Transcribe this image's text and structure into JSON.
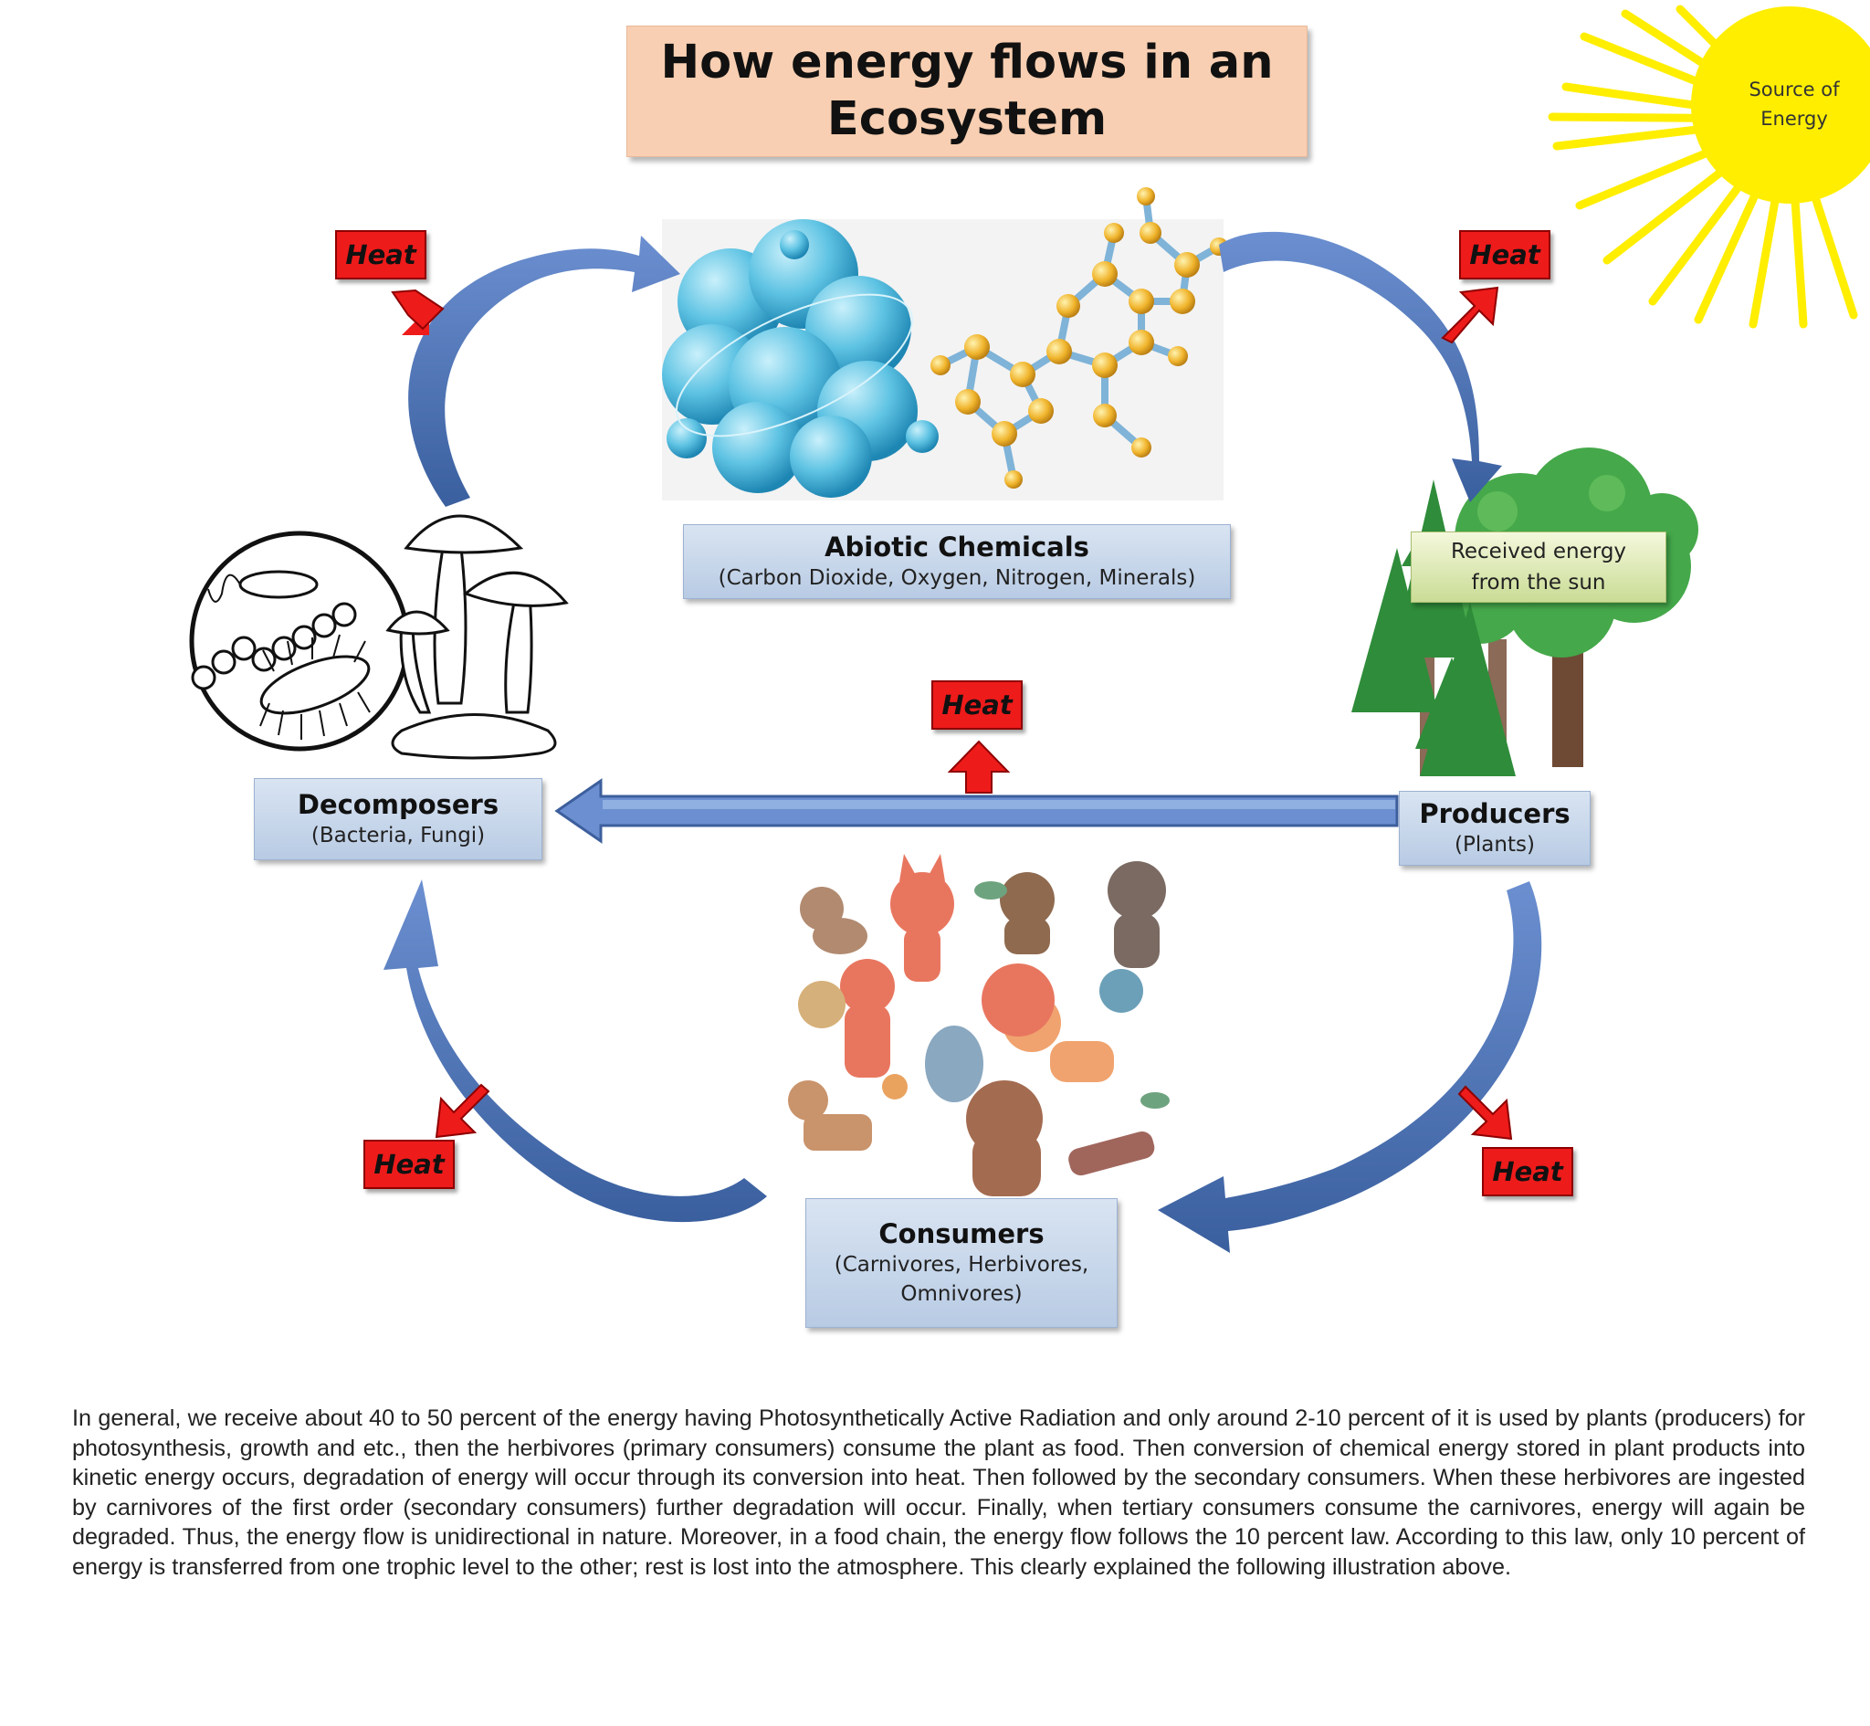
{
  "title": {
    "line1": "How energy flows in an",
    "line2": "Ecosystem"
  },
  "sun": {
    "line1": "Source of",
    "line2": "Energy"
  },
  "abiotic": {
    "title": "Abiotic Chemicals",
    "subtitle": "(Carbon Dioxide, Oxygen, Nitrogen, Minerals)"
  },
  "producers": {
    "title": "Producers",
    "subtitle": "(Plants)"
  },
  "producers_note": {
    "line1": "Received energy",
    "line2": "from the sun"
  },
  "decomposers": {
    "title": "Decomposers",
    "subtitle": "(Bacteria, Fungi)"
  },
  "consumers": {
    "title": "Consumers",
    "subtitle_line1": "(Carnivores, Herbivores,",
    "subtitle_line2": "Omnivores)"
  },
  "heat_label": "Heat",
  "paragraph": "In general, we receive about 40 to 50 percent of the energy having Photosynthetically Active Radiation and only around 2-10 percent of it is used by plants (producers) for photosynthesis, growth and etc., then the herbivores (primary consumers) consume the plant as food. Then conversion of chemical energy stored in plant products into kinetic energy occurs, degradation of energy will occur through its conversion into heat. Then followed by the secondary consumers. When these herbivores are ingested by carnivores of the first order (secondary consumers) further degradation will occur. Finally, when tertiary consumers consume the carnivores, energy will again be degraded. Thus, the energy flow is unidirectional in nature. Moreover, in a food chain, the energy flow follows the 10 percent law. According to this law, only 10 percent of energy is transferred from one trophic level to the other; rest is lost into the atmosphere. This clearly explained the following illustration above.",
  "colors": {
    "arrow_blue": "#4a6fae",
    "heat_red": "#ee1b1b",
    "sun_yellow": "#ffee00",
    "label_blue": "#c6d5ea",
    "title_bg": "#f8cfb2"
  },
  "illustrations": [
    "sun-icon",
    "molecule-icon",
    "tree-icon",
    "bacteria-icon",
    "mushroom-icon",
    "animals-icon"
  ]
}
